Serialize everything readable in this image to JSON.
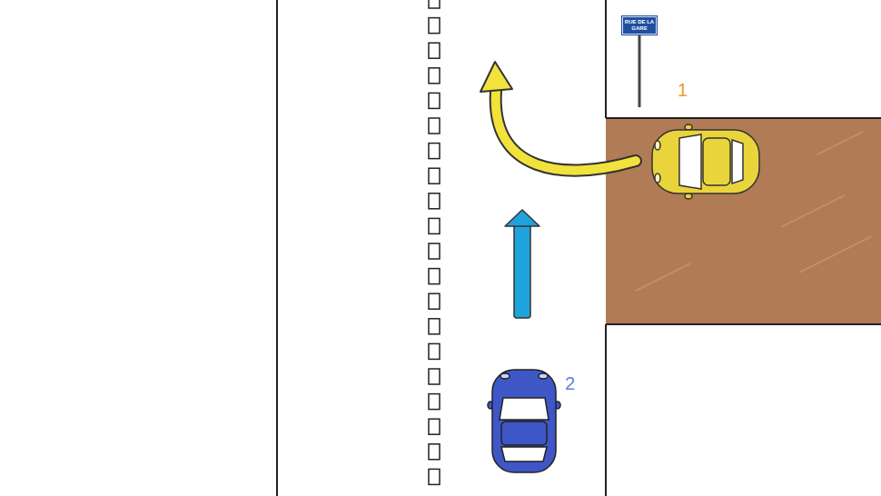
{
  "diagram": {
    "nodes": [
      {
        "text": [
          "RUE DE LA GARE"
        ]
      }
    ],
    "labels": [
      "1",
      "2"
    ]
  }
}
